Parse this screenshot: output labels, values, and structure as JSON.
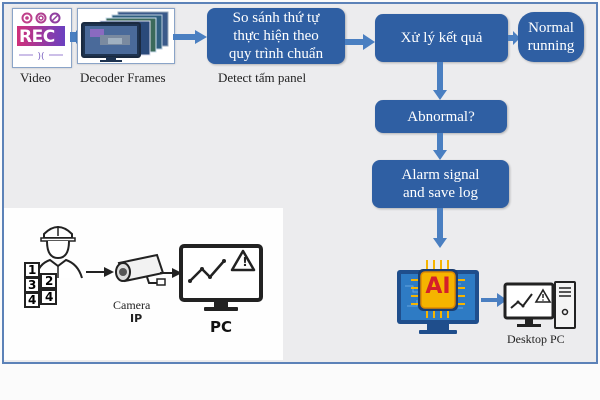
{
  "flow": {
    "video_label": "Video",
    "rec_badge": "REC",
    "decoder_label": "Decoder Frames",
    "compare_box": [
      "So sánh thứ tự",
      "thực hiện theo",
      "quy trình chuẩn"
    ],
    "detect_label": "Detect tấm panel",
    "process_box": "Xử lý kết quả",
    "normal_box": [
      "Normal",
      "running"
    ],
    "abnormal_box": "Abnormal?",
    "alarm_box": [
      "Alarm signal",
      "and save log"
    ],
    "ai_badge": "AI",
    "desktop_label": "Desktop PC"
  },
  "inset": {
    "step_numbers": [
      "1",
      "2",
      "3",
      "4",
      "4"
    ],
    "camera_label": [
      "Camera",
      "IP"
    ],
    "pc_label": "PC",
    "warning_glyph": "!"
  },
  "colors": {
    "box_blue": "#2f5fa3",
    "arrow_blue": "#4a7fc1",
    "ai_red": "#d4202a",
    "ai_gold": "#f5b400"
  }
}
